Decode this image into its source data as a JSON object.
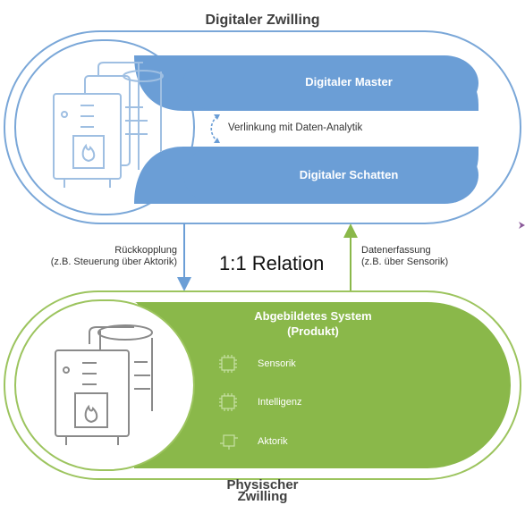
{
  "title_top": "Digitaler Zwilling",
  "digital_master": "Digitaler Master",
  "link_label": "Verlinkung mit Daten-Analytik",
  "digital_shadow": "Digitaler Schatten",
  "left_label": {
    "line1": "Rückkopplung",
    "line2": "(z.B. Steuerung über Aktorik)"
  },
  "relation": "1:1 Relation",
  "right_label": {
    "line1": "Datenerfassung",
    "line2": "(z.B. über Sensorik)"
  },
  "system_title": {
    "line1": "Abgebildetes System",
    "line2": "(Produkt)"
  },
  "items": [
    {
      "label": "Sensorik",
      "icon": "chip-icon"
    },
    {
      "label": "Intelligenz",
      "icon": "ai-chip-icon"
    },
    {
      "label": "Aktorik",
      "icon": "actuator-icon"
    }
  ],
  "title_bottom": {
    "line1": "Physischer",
    "line2": "Zwilling"
  },
  "colors": {
    "blue": "#6b9ed6",
    "blue_border": "#7aa7d8",
    "green": "#8ab84a",
    "green_border": "#9cc45e",
    "arrow": "#6b9ed6",
    "arrow_green": "#8ab84a"
  }
}
